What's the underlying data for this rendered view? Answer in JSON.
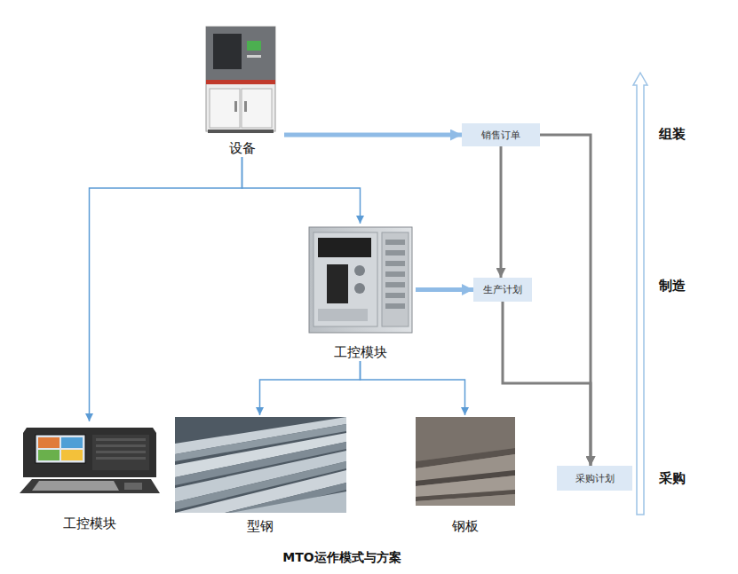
{
  "diagram": {
    "caption": "MTO运作模式与方案",
    "nodes": [
      {
        "text": [
          "设备"
        ]
      },
      {
        "text": [
          "销售订单"
        ]
      },
      {
        "text": [
          "工控模块"
        ]
      },
      {
        "text": [
          "生产计划"
        ]
      },
      {
        "text": [
          "工控模块"
        ]
      },
      {
        "text": [
          "型钢"
        ]
      },
      {
        "text": [
          "钢板"
        ]
      },
      {
        "text": [
          "采购计划"
        ]
      }
    ],
    "edges": [
      {
        "from": 0,
        "to": 1,
        "arrow": "to"
      },
      {
        "from": 0,
        "to": 2,
        "arrow": "to"
      },
      {
        "from": 0,
        "to": 4,
        "arrow": "to"
      },
      {
        "from": 2,
        "to": 3,
        "arrow": "to"
      },
      {
        "from": 2,
        "to": 5,
        "arrow": "to"
      },
      {
        "from": 2,
        "to": 6,
        "arrow": "to"
      },
      {
        "from": 1,
        "to": 3,
        "arrow": "to"
      },
      {
        "from": 1,
        "to": 7,
        "arrow": "to"
      },
      {
        "from": 3,
        "to": 7,
        "arrow": "to"
      }
    ],
    "labels": [
      "组装",
      "制造",
      "采购"
    ]
  }
}
